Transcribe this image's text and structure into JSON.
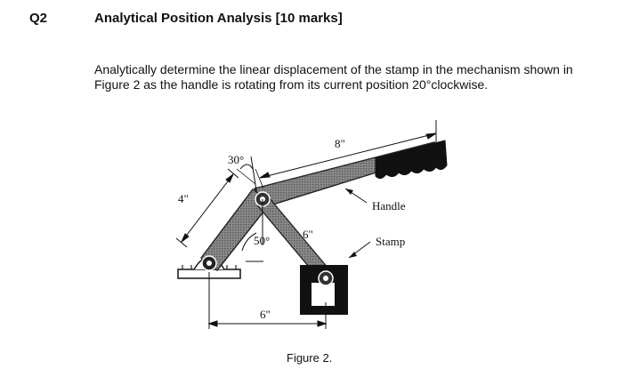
{
  "question": {
    "number": "Q2",
    "title": "Analytical Position Analysis [10 marks]",
    "prompt": "Analytically determine the linear displacement of the stamp in the mechanism shown in Figure 2 as the handle is rotating from its current position 20°clockwise."
  },
  "figure": {
    "caption": "Figure 2.",
    "labels": {
      "handle_length": "8\"",
      "crank_length": "4\"",
      "coupler_length": "6\"",
      "ground_offset": "6\"",
      "angle_top": "30°",
      "angle_bottom": "50°",
      "handle": "Handle",
      "stamp": "Stamp"
    }
  }
}
